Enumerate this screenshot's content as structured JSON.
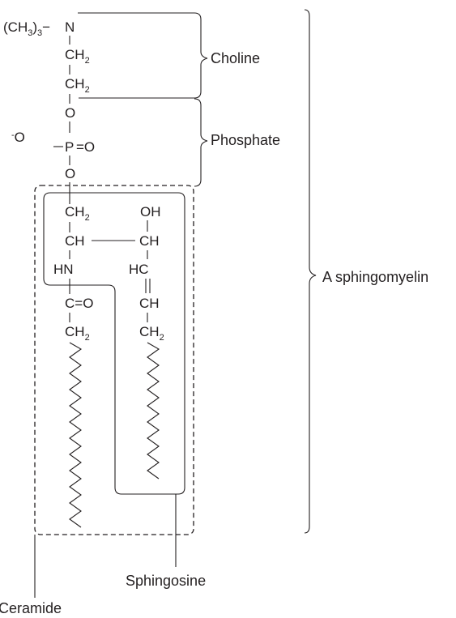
{
  "atoms": {
    "trimethyl_prefix": "(CH",
    "trimethyl_sub3a": "3",
    "trimethyl_mid": ")",
    "trimethyl_sub3b": "3",
    "trimethyl_dash": "−",
    "n_choline": "N",
    "ch2_a": "CH",
    "ch2_a_sub": "2",
    "ch2_b": "CH",
    "ch2_b_sub": "2",
    "o_top": "O",
    "o_minus_sup": "-",
    "o_minus": "O",
    "phosphorus": "P",
    "eq_o": "=O",
    "o_bottom": "O",
    "ch2_c": "CH",
    "ch2_c_sub": "2",
    "ch_left": "CH",
    "hn": "HN",
    "c_eq_o": "C=O",
    "ch2_d": "CH",
    "ch2_d_sub": "2",
    "oh": "OH",
    "ch_right": "CH",
    "hc": "HC",
    "ch_double": "CH",
    "ch2_e": "CH",
    "ch2_e_sub": "2"
  },
  "labels": {
    "choline": "Choline",
    "phosphate": "Phosphate",
    "sphingomyelin": "A sphingomyelin",
    "sphingosine": "Sphingosine",
    "ceramide": "Ceramide"
  }
}
